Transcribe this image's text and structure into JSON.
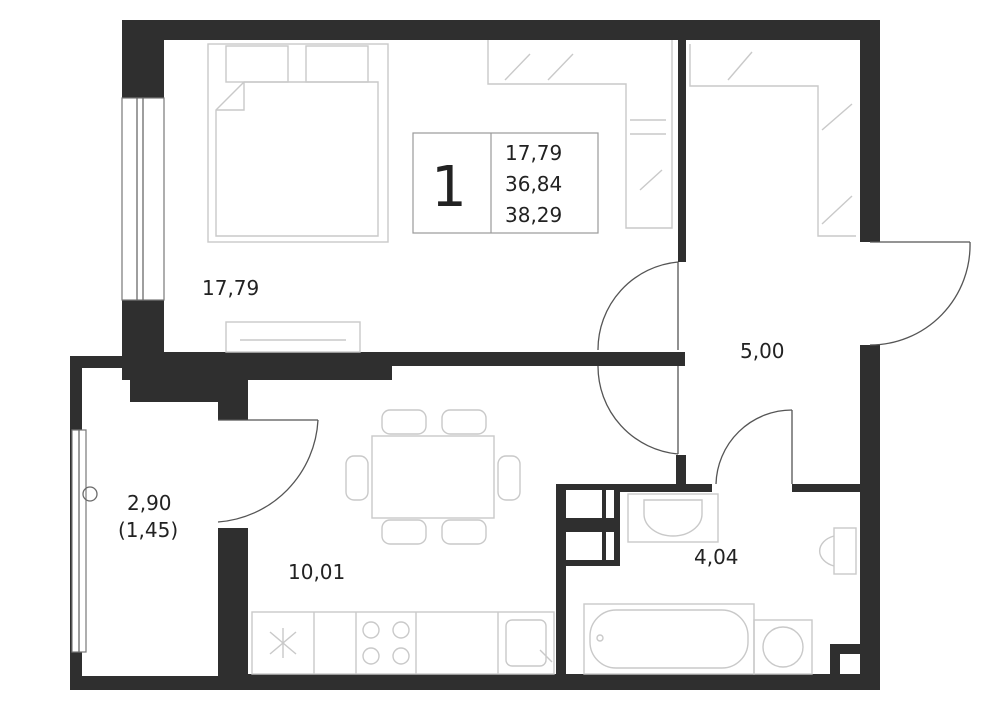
{
  "summary": {
    "rooms": "1",
    "living_area": "17,79",
    "total_area": "36,84",
    "total_area_with_balcony": "38,29"
  },
  "rooms": {
    "bedroom": "17,79",
    "hall": "5,00",
    "balcony": "2,90",
    "balcony_reduced": "(1,45)",
    "kitchen": "10,01",
    "bathroom": "4,04"
  }
}
